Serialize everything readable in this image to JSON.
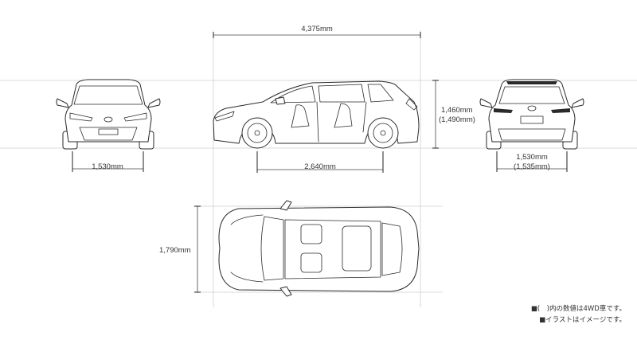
{
  "dimensions": {
    "overall_length": "4,375mm",
    "wheelbase": "2,640mm",
    "front_tread": "1,530mm",
    "height": "1,460mm",
    "height_4wd": "(1,490mm)",
    "rear_tread": "1,530mm",
    "rear_tread_4wd": "(1,535mm)",
    "width": "1,790mm"
  },
  "notes": [
    "■(　)内の数値は4WD車です。",
    "■イラストはイメージです。"
  ],
  "views": {
    "front": "front-view",
    "side": "side-view",
    "rear": "rear-view",
    "top": "top-view"
  }
}
